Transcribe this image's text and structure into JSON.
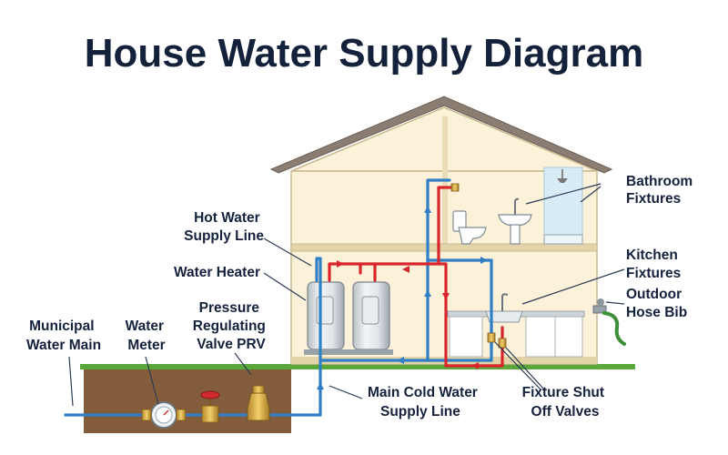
{
  "title": "House Water Supply Diagram",
  "labels": {
    "bathroom": [
      "Bathroom",
      "Fixtures"
    ],
    "hot_water_line": [
      "Hot Water",
      "Supply Line"
    ],
    "kitchen": [
      "Kitchen",
      "Fixtures"
    ],
    "water_heater": [
      "Water Heater"
    ],
    "outdoor_hose": [
      "Outdoor",
      "Hose Bib"
    ],
    "prv": [
      "Pressure",
      "Regulating",
      "Valve PRV"
    ],
    "municipal": [
      "Municipal",
      "Water Main"
    ],
    "meter": [
      "Water",
      "Meter"
    ],
    "main_cold": [
      "Main Cold Water",
      "Supply Line"
    ],
    "shutoff": [
      "Fixture Shut",
      "Off Valves"
    ]
  },
  "colors": {
    "hot": "#d9262c",
    "cold": "#2f7fc6",
    "wall": "#fbf2d9",
    "soil": "#8a6240",
    "grass": "#5aa83c",
    "roof": "#8b7d72",
    "text": "#15223d"
  }
}
